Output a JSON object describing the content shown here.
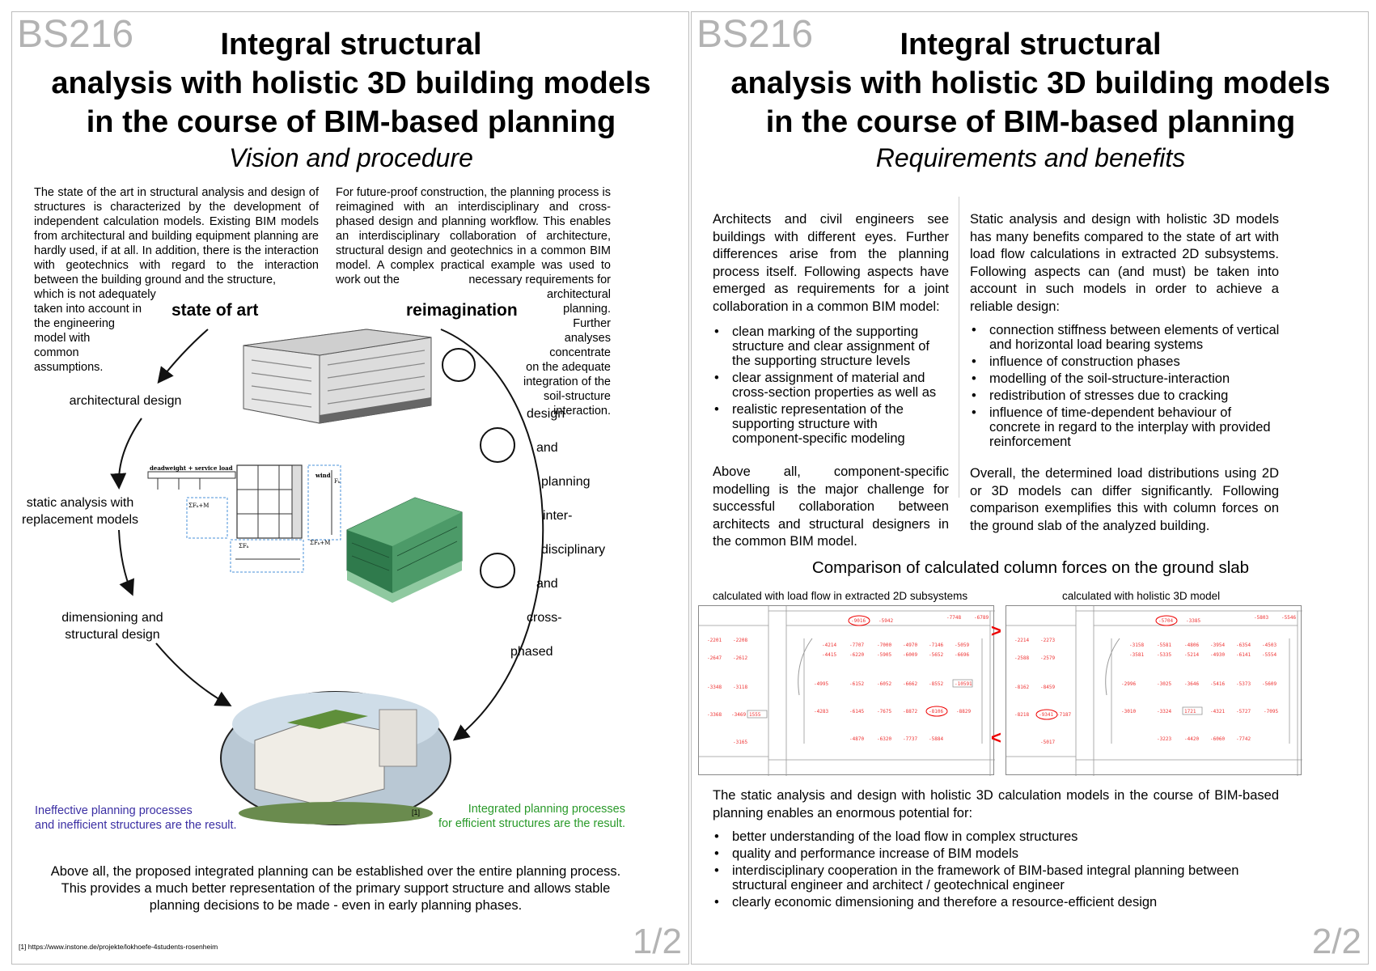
{
  "code": "BS216",
  "title_lines": [
    "Integral structural",
    "analysis with holistic 3D building models",
    "in the course of BIM-based planning"
  ],
  "page1": {
    "subtitle": "Vision and procedure",
    "intro_left": "The state of the art in structural analysis and design of structures is characterized by the development of independent calculation models. Existing BIM models from architectural and building equipment planning are hardly used, if at all. In addition, there is the interaction with geotechnics with regard to the interaction between the building ground and the structure,",
    "intro_left_tail": [
      "which is not adequately",
      "taken into account in",
      "the engineering",
      "model with",
      "common",
      "assumptions."
    ],
    "intro_right": "For future-proof construction, the planning process is reimagined with an interdisciplinary and cross-phased design and planning workflow. This enables an interdisciplinary collaboration of architecture, structural design and geotechnics in a common BIM model. A complex practical example was used to work out the",
    "intro_right_tail": [
      "necessary requirements for",
      "architectural",
      "planning.",
      "Further",
      "analyses",
      "concentrate",
      "on the adequate",
      "integration of the",
      "soil-structure",
      "interaction."
    ],
    "state_of_art": "state of art",
    "reimagination": "reimagination",
    "step1": "architectural design",
    "step2": [
      "static analysis with",
      "replacement models"
    ],
    "step3": [
      "dimensioning and",
      "structural design"
    ],
    "loop_words": [
      "design",
      "and",
      "planning",
      "inter-",
      "disciplinary",
      "and",
      "cross-",
      "phased"
    ],
    "result_left": [
      "Ineffective planning processes",
      "and inefficient structures are the result."
    ],
    "result_right": [
      "Integrated planning processes",
      "for efficient structures are the result."
    ],
    "ref_mark": "[1]",
    "conclusion": "Above all, the proposed integrated planning can be established over the entire planning process. This provides a much better representation of the primary support structure and allows stable planning decisions to be made - even in early planning phases.",
    "footnote": "[1] https://www.instone.de/projekte/lokhoefe-4students-rosenheim",
    "diagram_labels": {
      "load": "deadweight + service load",
      "wind": "wind",
      "fk": "Fₖ",
      "sum1": "ΣFₖ+M",
      "sum2": "ΣFₖ",
      "sum3": "ΣFₖ+M"
    },
    "page_number": "1/2"
  },
  "page2": {
    "subtitle": "Requirements and benefits",
    "left_intro": "Architects and civil engineers see buildings with different eyes. Further differences arise from the planning process itself. Following aspects have emerged as requirements for a joint collaboration in a common BIM model:",
    "left_bullets": [
      "clean marking of the supporting structure and clear assignment of the supporting structure levels",
      "clear assignment of material and cross-section properties as well as",
      "realistic representation of the supporting structure with component-specific modeling"
    ],
    "left_outro": "Above all, component-specific modelling is the major challenge for successful collaboration between architects and structural designers in the common BIM model.",
    "right_intro": "Static analysis and design with holistic 3D models has many benefits compared to the state of art with load flow calculations in extracted 2D subsystems. Following aspects can (and must) be taken into account in such models in order to achieve a reliable design:",
    "right_bullets": [
      "connection stiffness between elements of vertical and horizontal load bearing systems",
      "influence of construction phases",
      "modelling of the soil-structure-interaction",
      "redistribution of stresses due to cracking",
      "influence of time-dependent behaviour of concrete in regard to the interplay with provided reinforcement"
    ],
    "right_outro": "Overall, the determined load distributions using 2D or 3D models can differ significantly. Following comparison exemplifies this with column forces on the ground slab of the analyzed building.",
    "comparison_title": "Comparison of calculated column forces on the ground slab",
    "label_2d": "calculated with load flow in extracted 2D subsystems",
    "label_3d": "calculated with holistic 3D model",
    "forces_2d": [
      "-9016",
      "-5942",
      "-7748",
      "-6789",
      "-2201",
      "-2208",
      "-4214",
      "-7707",
      "-7000",
      "-4970",
      "-7146",
      "-5059",
      "-2647",
      "-2612",
      "-4415",
      "-6220",
      "-5905",
      "-6009",
      "-5652",
      "-6696",
      "-4995",
      "-6152",
      "-6052",
      "-6662",
      "-8552",
      "-10591",
      "-3348",
      "-3118",
      "-4283",
      "-6145",
      "-7675",
      "-8872",
      "-8106",
      "-8829",
      "-3368",
      "-3469",
      "1555",
      "-4870",
      "-6320",
      "-7737",
      "-5884",
      "-3165"
    ],
    "forces_3d": [
      "-5704",
      "-3385",
      "-5803",
      "-5546",
      "-2214",
      "-2273",
      "-3158",
      "-5581",
      "-4806",
      "-3954",
      "-6354",
      "-4503",
      "-2588",
      "-2579",
      "-3581",
      "-5335",
      "-5214",
      "-4930",
      "-6141",
      "-5554",
      "-2996",
      "-3025",
      "-3646",
      "-5416",
      "-5373",
      "-5609",
      "-8162",
      "-8459",
      "-3010",
      "-3324",
      "1721",
      "-4321",
      "-5727",
      "-7095",
      "-8218",
      "-9341",
      "-7187",
      "-3223",
      "-4420",
      "-6060",
      "-7742",
      "-5017"
    ],
    "compare_gt": ">",
    "compare_lt": "<",
    "closing_intro": "The static analysis and design with holistic 3D calculation models in the course of BIM-based planning enables an enormous potential for:",
    "closing_bullets": [
      "better understanding of the load flow in  complex structures",
      "quality and performance increase of BIM models",
      "interdisciplinary cooperation in the framework of BIM-based integral planning between structural engineer and architect / geotechnical engineer",
      "clearly economic dimensioning and therefore a resource-efficient design"
    ],
    "page_number": "2/2"
  },
  "colors": {
    "blue": "#3b2fa3",
    "green": "#2a9a2a",
    "force_red": "#e33",
    "grey_code": "#b3b3b3"
  }
}
